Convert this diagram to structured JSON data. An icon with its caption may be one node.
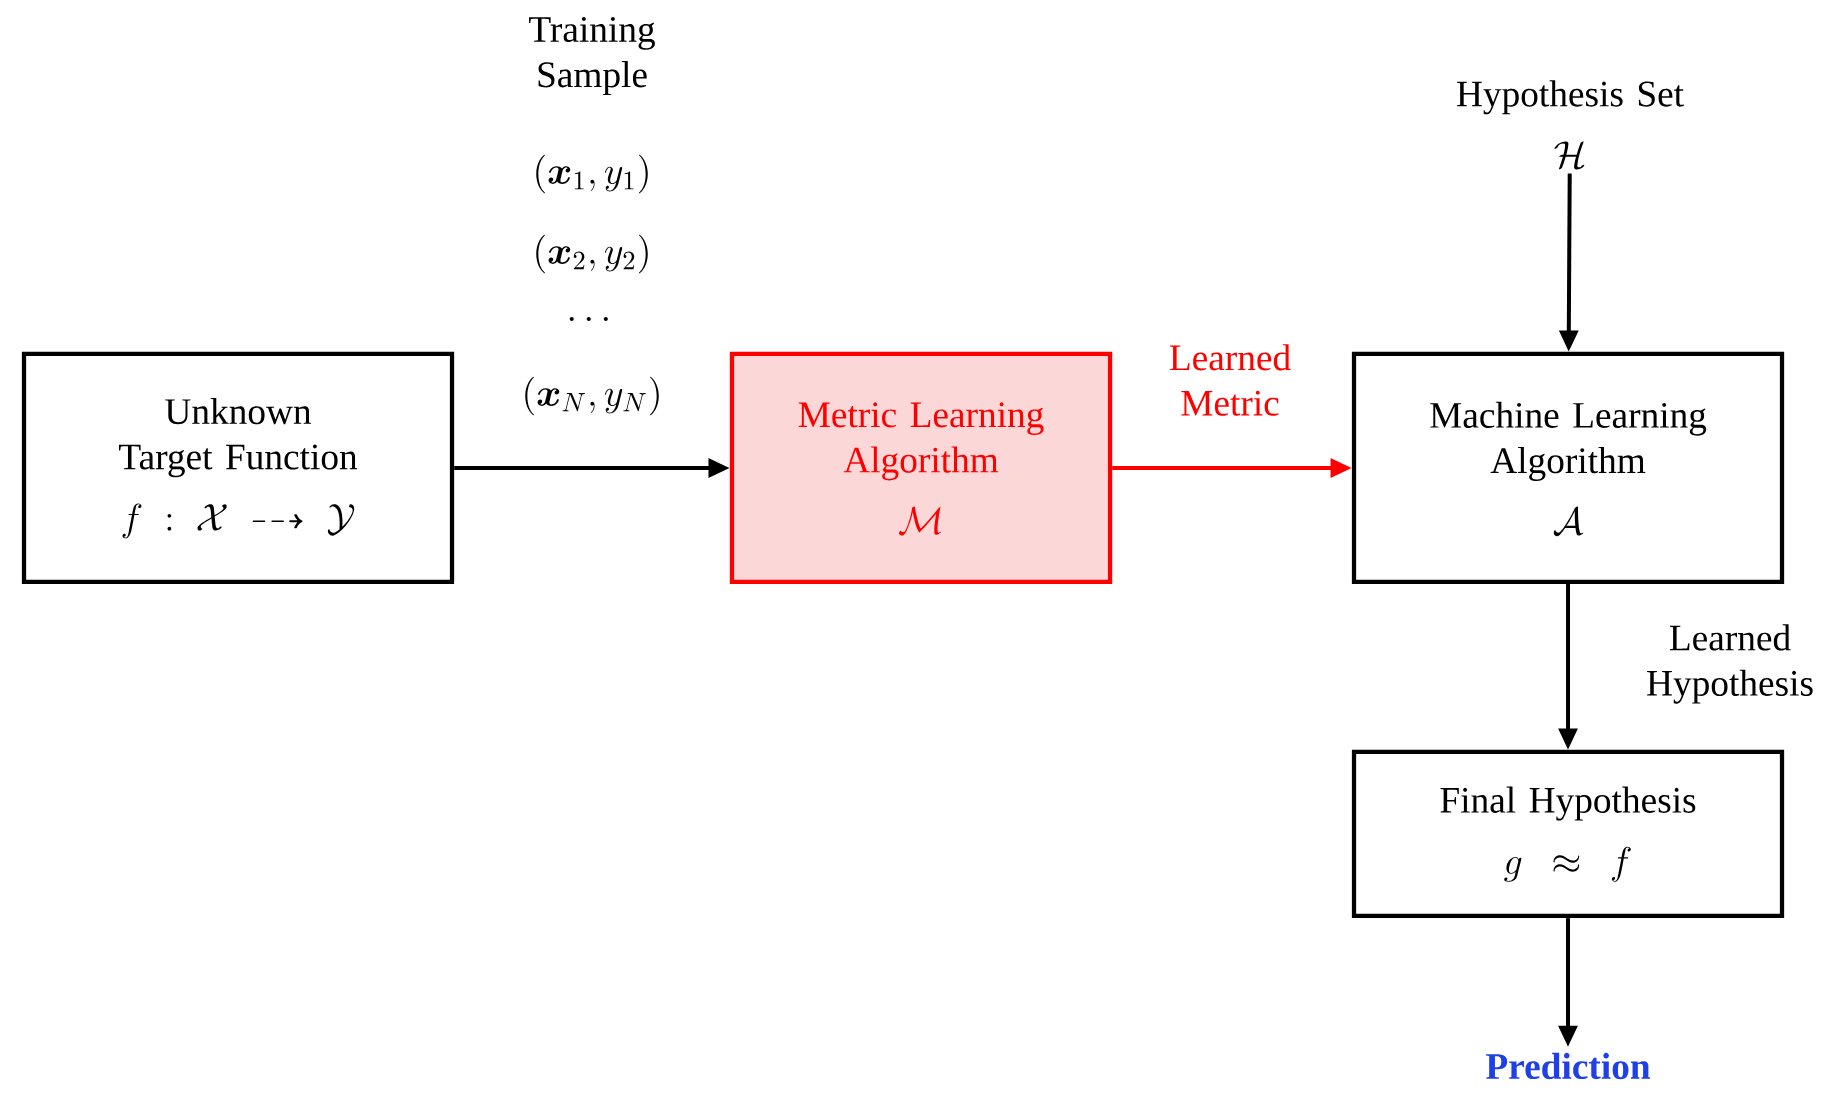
{
  "diagram": {
    "nodes": [
      {
        "text": [
          "Unknown Target Function",
          "f : \\mathcal{X} \\dashrightarrow \\mathcal{Y}"
        ]
      },
      {
        "text": [
          "Metric Learning Algorithm",
          "\\mathcal{M}"
        ]
      },
      {
        "text": [
          "Machine Learning Algorithm",
          "\\mathcal{A}"
        ]
      },
      {
        "text": [
          "Final Hypothesis",
          "g \\approx f"
        ]
      },
      {
        "text": [
          "Hypothesis Set",
          "\\mathcal{H}"
        ]
      },
      {
        "text": [
          "Prediction"
        ]
      }
    ],
    "edges": [
      {
        "from": 0,
        "to": 1,
        "arrow": "to"
      },
      {
        "from": 1,
        "to": 2,
        "arrow": "to",
        "label": "Learned Metric",
        "color": "#ff0000"
      },
      {
        "from": 4,
        "to": 2,
        "arrow": "to"
      },
      {
        "from": 2,
        "to": 3,
        "arrow": "to",
        "label": "Learned Hypothesis"
      },
      {
        "from": 3,
        "to": 5,
        "arrow": "to"
      }
    ],
    "labels": [
      "Training Sample",
      "(\\boldsymbol{x}_1, y_1)",
      "(\\boldsymbol{x}_2, y_2)",
      "\\cdots",
      "(\\boldsymbol{x}_N, y_N)"
    ]
  }
}
